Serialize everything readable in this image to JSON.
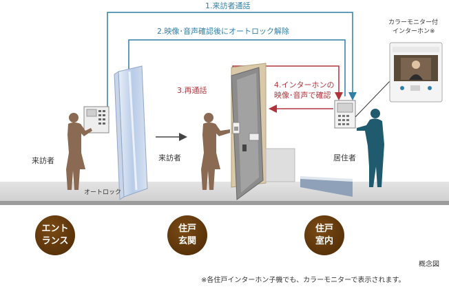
{
  "flows": {
    "step1": "1.来訪者通話",
    "step2": "2.映像･音声確認後にオートロック解除",
    "step3": "3.再通話",
    "step4_line1": "4.インターホンの",
    "step4_line2": "映像･音声で確認"
  },
  "labels": {
    "visitor_left": "来訪者",
    "autolock": "オートロック",
    "visitor_middle": "来訪者",
    "resident": "居住者"
  },
  "monitor_label": {
    "line1": "カラーモニター付",
    "line2": "インターホン※"
  },
  "zones": [
    {
      "label": "エント\nランス"
    },
    {
      "label": "住戸\n玄関"
    },
    {
      "label": "住戸\n室内"
    }
  ],
  "concept_label": "概念図",
  "footnote": "※各住戸インターホン子機でも、カラーモニターで表示されます。",
  "colors": {
    "blue_flow": "#2f7fa6",
    "red_flow": "#b1343a",
    "person_brown": "#8a6a52",
    "person_teal": "#1f5a6e",
    "zone_circle": "#5a330a"
  }
}
